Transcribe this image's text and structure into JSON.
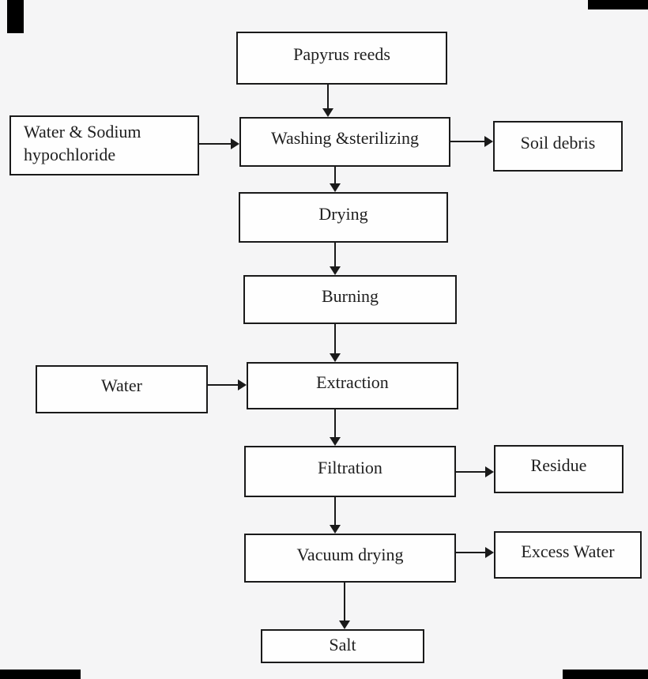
{
  "colors": {
    "background": "#f5f5f6",
    "node_fill": "#fefefe",
    "line": "#1a1a1a",
    "corner_mark": "#000000"
  },
  "diagram": {
    "type": "flowchart",
    "nodes": {
      "papyrus": {
        "label": "Papyrus reeds"
      },
      "water_sodium": {
        "label": "Water & Sodium hypochloride"
      },
      "washing": {
        "label": "Washing &sterilizing"
      },
      "soil_debris": {
        "label": "Soil debris"
      },
      "drying": {
        "label": "Drying"
      },
      "burning": {
        "label": "Burning"
      },
      "water": {
        "label": "Water"
      },
      "extraction": {
        "label": "Extraction"
      },
      "filtration": {
        "label": "Filtration"
      },
      "residue": {
        "label": "Residue"
      },
      "vacuum_drying": {
        "label": "Vacuum drying"
      },
      "excess_water": {
        "label": "Excess Water"
      },
      "salt": {
        "label": "Salt"
      }
    },
    "edges": [
      {
        "from": "papyrus",
        "to": "washing"
      },
      {
        "from": "water_sodium",
        "to": "washing"
      },
      {
        "from": "washing",
        "to": "soil_debris"
      },
      {
        "from": "washing",
        "to": "drying"
      },
      {
        "from": "drying",
        "to": "burning"
      },
      {
        "from": "burning",
        "to": "extraction"
      },
      {
        "from": "water",
        "to": "extraction"
      },
      {
        "from": "extraction",
        "to": "filtration"
      },
      {
        "from": "filtration",
        "to": "residue"
      },
      {
        "from": "filtration",
        "to": "vacuum_drying"
      },
      {
        "from": "vacuum_drying",
        "to": "excess_water"
      },
      {
        "from": "vacuum_drying",
        "to": "salt"
      }
    ]
  }
}
